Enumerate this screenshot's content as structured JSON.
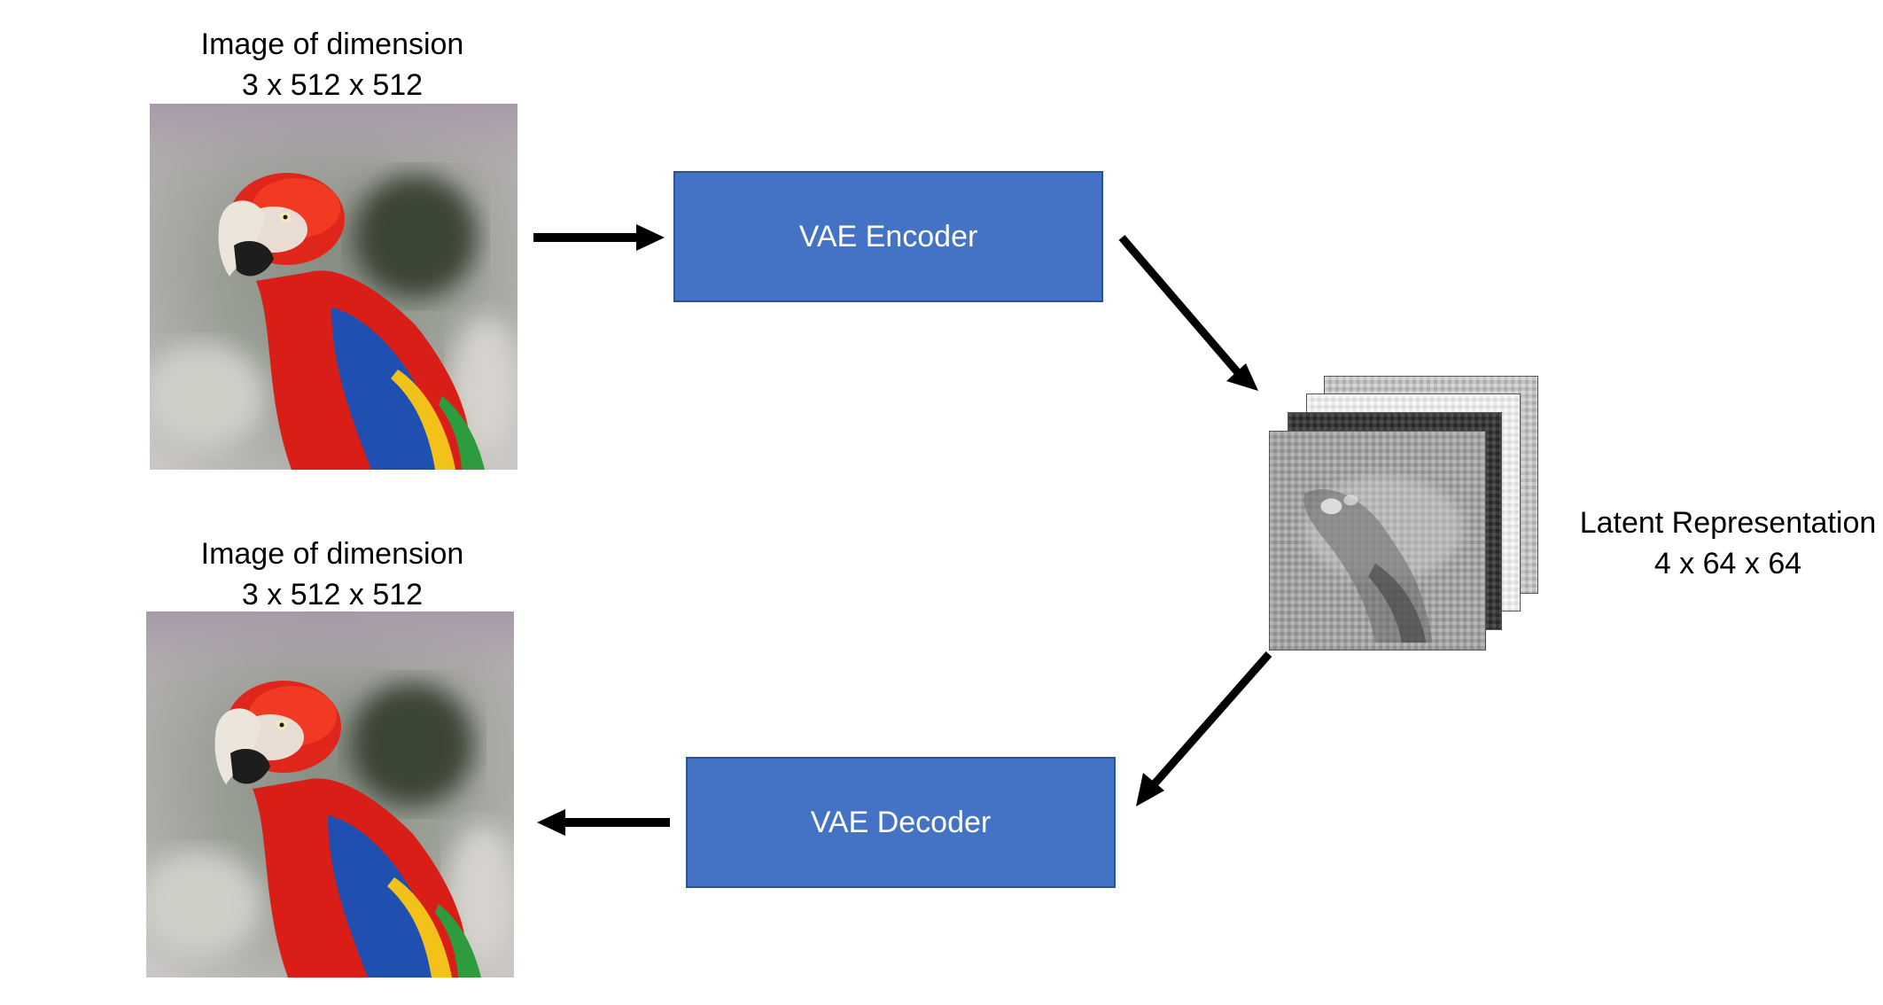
{
  "input_image": {
    "caption_line1": "Image of dimension",
    "caption_line2": "3 x 512 x 512"
  },
  "output_image": {
    "caption_line1": "Image of dimension",
    "caption_line2": "3 x 512 x 512"
  },
  "encoder": {
    "label": "VAE Encoder",
    "color": "#4472c4"
  },
  "decoder": {
    "label": "VAE Decoder",
    "color": "#4472c4"
  },
  "latent": {
    "caption_line1": "Latent Representation",
    "caption_line2": "4 x 64 x 64"
  }
}
